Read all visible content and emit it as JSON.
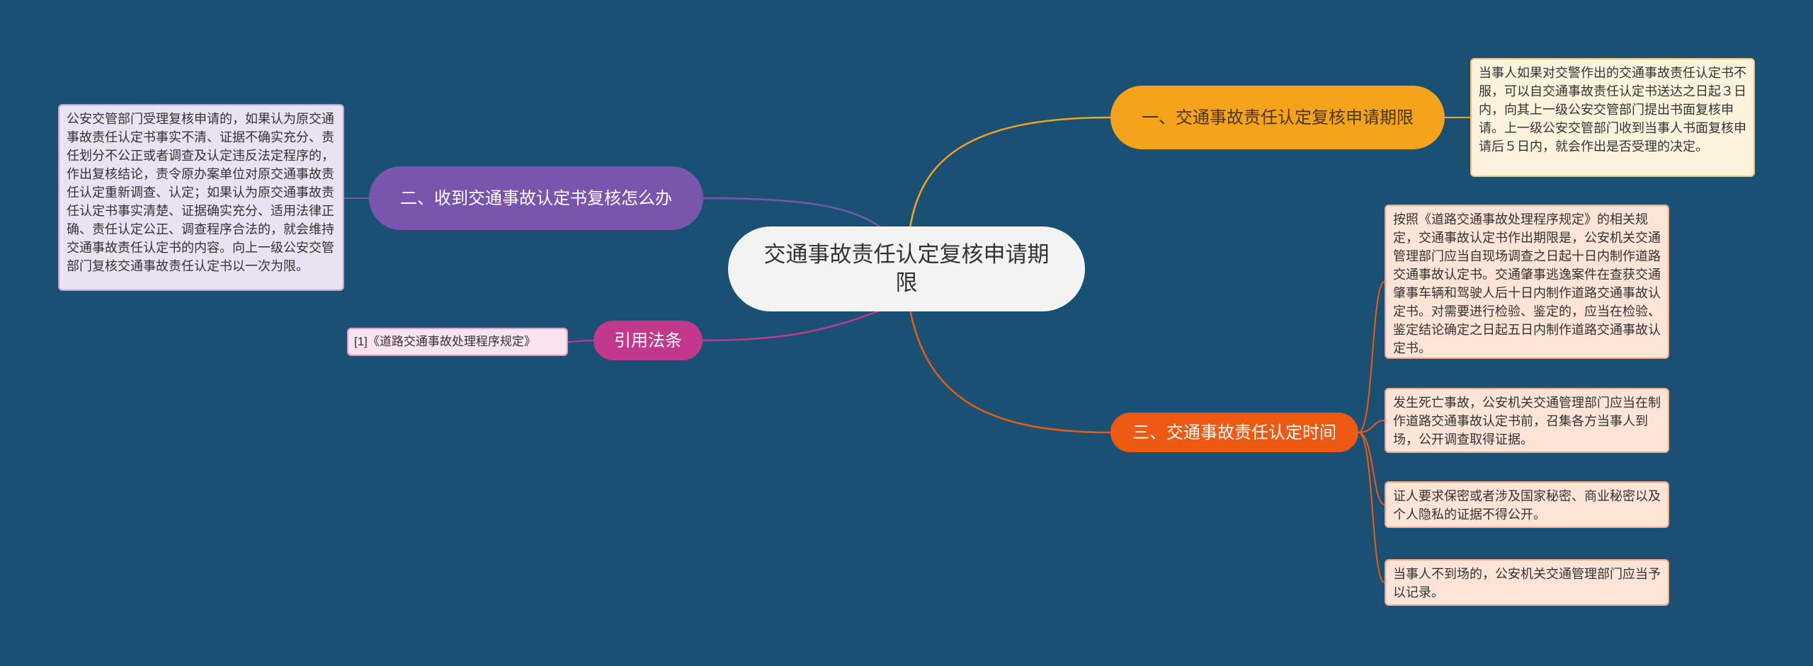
{
  "root": {
    "title": "交通事故责任认定复核申请期限"
  },
  "branches": [
    {
      "label": "一、交通事故责任认定复核申请期限",
      "color": "#f5a31a",
      "leaves": [
        "当事人如果对交警作出的交通事故责任认定书不服，可以自交通事故责任认定书送达之日起３日内，向其上一级公安交管部门提出书面复核申请。上一级公安交管部门收到当事人书面复核申请后５日内，就会作出是否受理的决定。"
      ]
    },
    {
      "label": "二、收到交通事故认定书复核怎么办",
      "color": "#7a55ad",
      "leaves": [
        "公安交管部门受理复核申请的，如果认为原交通事故责任认定书事实不清、证据不确实充分、责任划分不公正或者调查及认定违反法定程序的，作出复核结论，责令原办案单位对原交通事故责任认定重新调查、认定；如果认为原交通事故责任认定书事实清楚、证据确实充分、适用法律正确、责任认定公正、调查程序合法的，就会维持交通事故责任认定书的内容。向上一级公安交管部门复核交通事故责任认定书以一次为限。"
      ]
    },
    {
      "label": "引用法条",
      "color": "#c2388d",
      "leaves": [
        "[1]《道路交通事故处理程序规定》"
      ]
    },
    {
      "label": "三、交通事故责任认定时间",
      "color": "#ee5a12",
      "leaves": [
        "按照《道路交通事故处理程序规定》的相关规定，交通事故认定书作出期限是，公安机关交通管理部门应当自现场调查之日起十日内制作道路交通事故认定书。交通肇事逃逸案件在查获交通肇事车辆和驾驶人后十日内制作道路交通事故认定书。对需要进行检验、鉴定的，应当在检验、鉴定结论确定之日起五日内制作道路交通事故认定书。",
        "发生死亡事故，公安机关交通管理部门应当在制作道路交通事故认定书前，召集各方当事人到场，公开调查取得证据。",
        "证人要求保密或者涉及国家秘密、商业秘密以及个人隐私的证据不得公开。",
        "当事人不到场的，公安机关交通管理部门应当予以记录。"
      ]
    }
  ]
}
